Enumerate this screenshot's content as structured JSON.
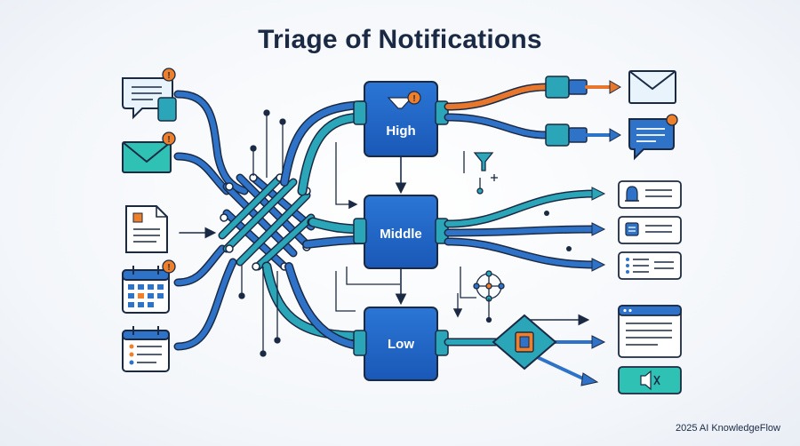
{
  "title": "Triage of Notifications",
  "footer": "2025 AI KnowledgeFlow",
  "priority_boxes": [
    {
      "label": "High"
    },
    {
      "label": "Middle"
    },
    {
      "label": "Low"
    }
  ],
  "colors": {
    "pipe_blue": "#2f73c9",
    "pipe_teal": "#2aa6b8",
    "pipe_orange": "#e8772e",
    "box_blue": "#1f63c6",
    "outline": "#1b2a44",
    "badge_orange": "#f07f2a",
    "icon_fill_light": "#e8f3fb",
    "icon_teal": "#2ec1b4"
  },
  "input_icons": [
    "chat-bubble-icon",
    "envelope-icon",
    "document-icon",
    "calendar-grid-icon",
    "calendar-list-icon"
  ],
  "output_icons": [
    "envelope-icon",
    "chat-bubble-icon",
    "bell-card-icon",
    "message-card-icon",
    "list-card-icon",
    "window-card-icon",
    "mute-card-icon"
  ]
}
